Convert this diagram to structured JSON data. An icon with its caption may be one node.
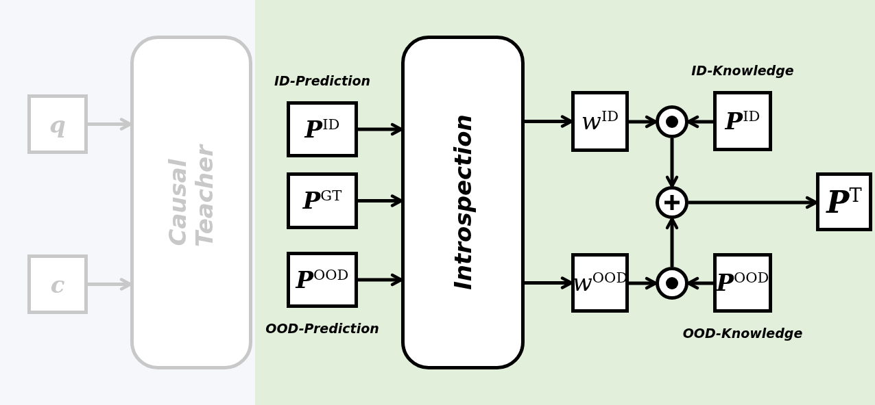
{
  "diagram": {
    "nodes": [
      {
        "text": [
          "q"
        ]
      },
      {
        "text": [
          "c"
        ]
      },
      {
        "text": [
          "Causal Teacher"
        ]
      },
      {
        "text": [
          "*P*$^{ID}$"
        ],
        "beside": [
          "ID-Prediction"
        ]
      },
      {
        "text": [
          "*P*$^{GT}$"
        ]
      },
      {
        "text": [
          "*P*$^{OOD}$"
        ],
        "beside": [
          "OOD-Prediction"
        ]
      },
      {
        "text": [
          "Introspection"
        ]
      },
      {
        "text": [
          "*w*$^{ID}$"
        ]
      },
      {
        "text": [
          "*w*$^{OOD}$"
        ]
      },
      {
        "text": [],
        "shape": "circle"
      },
      {
        "text": [],
        "shape": "circle"
      },
      {
        "text": [],
        "shape": "circle"
      },
      {
        "text": [
          "*P*$^{ID}$"
        ],
        "beside": [
          "ID-Knowledge"
        ]
      },
      {
        "text": [
          "*P*$^{OOD}$"
        ],
        "beside": [
          "OOD-Knowledge"
        ]
      },
      {
        "text": [
          "*P*$^{T}$"
        ]
      }
    ],
    "edges": [
      {
        "from": 0,
        "to": 2,
        "arrow": "to",
        "color": "#c8c8c8"
      },
      {
        "from": 1,
        "to": 2,
        "arrow": "to",
        "color": "#c8c8c8"
      },
      {
        "from": 3,
        "to": 6,
        "arrow": "to"
      },
      {
        "from": 4,
        "to": 6,
        "arrow": "to"
      },
      {
        "from": 5,
        "to": 6,
        "arrow": "to"
      },
      {
        "from": 6,
        "to": 7,
        "arrow": "to"
      },
      {
        "from": 6,
        "to": 8,
        "arrow": "to"
      },
      {
        "from": 7,
        "to": 9,
        "arrow": "to"
      },
      {
        "from": 12,
        "to": 9,
        "arrow": "to"
      },
      {
        "from": 8,
        "to": 11,
        "arrow": "to"
      },
      {
        "from": 13,
        "to": 11,
        "arrow": "to"
      },
      {
        "from": 9,
        "to": 10,
        "arrow": "to"
      },
      {
        "from": 11,
        "to": 10,
        "arrow": "to"
      },
      {
        "from": 10,
        "to": 14,
        "arrow": "to"
      }
    ]
  }
}
